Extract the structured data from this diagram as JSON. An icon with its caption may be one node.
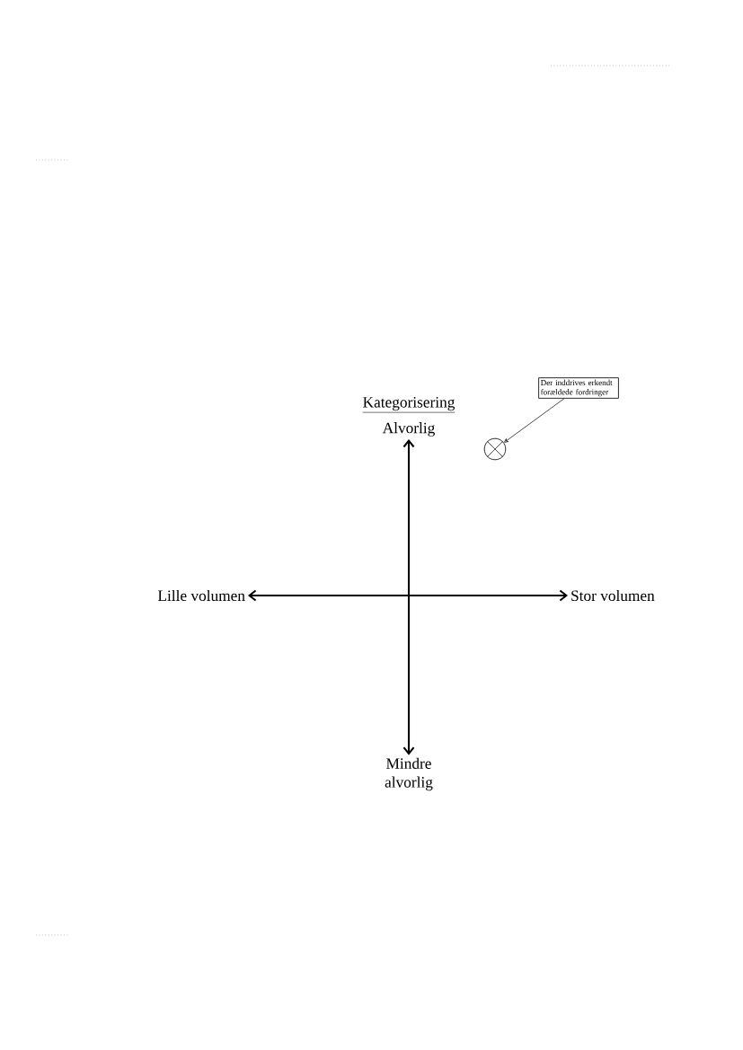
{
  "diagram": {
    "nodes": [
      {
        "text": [
          "Alvorlig"
        ]
      },
      {
        "text": [
          "Mindre alvorlig"
        ]
      },
      {
        "text": [
          "Lille volumen"
        ]
      },
      {
        "text": [
          "Stor volumen"
        ]
      },
      {
        "text": [
          "Der inddrives erkendt forældede fordringer"
        ]
      },
      {
        "text": [],
        "shape": "circle"
      }
    ],
    "edges": [
      {
        "from": 0,
        "to": 1,
        "arrow": "both"
      },
      {
        "from": 2,
        "to": 3,
        "arrow": "both"
      },
      {
        "from": 4,
        "to": 5,
        "arrow": "to"
      }
    ],
    "labels": [
      "Kategorisering"
    ]
  }
}
